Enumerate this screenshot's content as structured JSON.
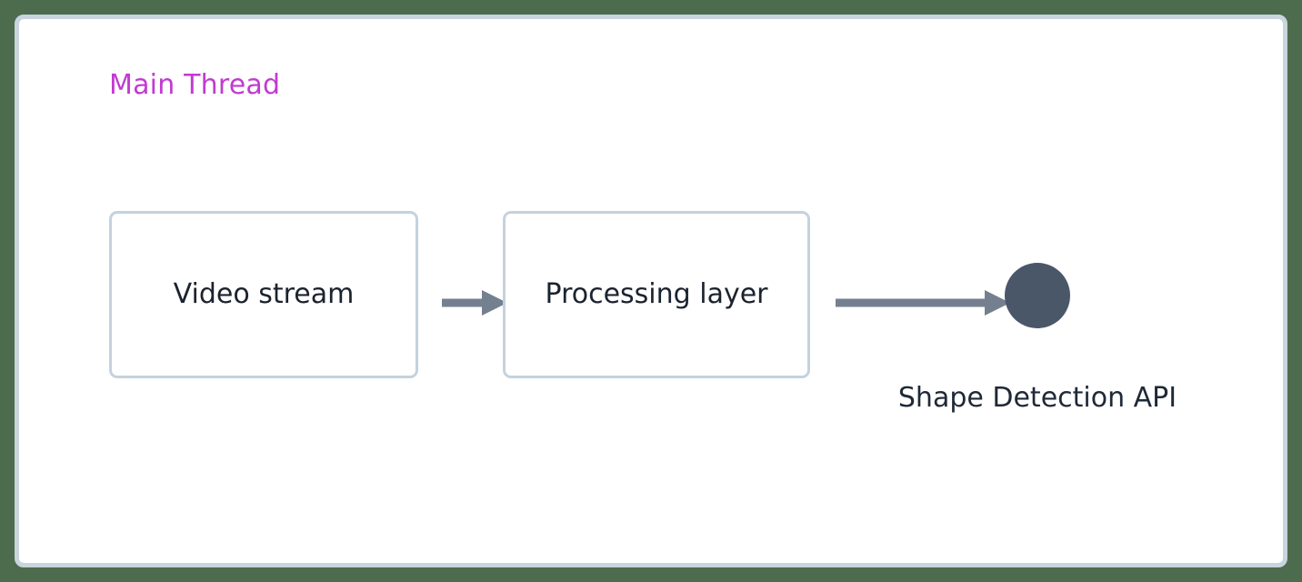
{
  "diagram": {
    "type": "flow-diagram",
    "canvas": {
      "background_color": "#4d6b4d",
      "panel_color": "#ffffff",
      "panel_border_color": "#c8d4de"
    },
    "cluster": {
      "title": "Main Thread",
      "title_color": "#c23ad0"
    },
    "nodes": [
      {
        "id": "video-stream",
        "label": "Video stream",
        "shape": "rounded-rect",
        "border_color": "#c5d2dd",
        "fill_color": "#ffffff",
        "text_color": "#1b232f"
      },
      {
        "id": "processing-layer",
        "label": "Processing layer",
        "shape": "rounded-rect",
        "border_color": "#c5d2dd",
        "fill_color": "#ffffff",
        "text_color": "#1b232f"
      },
      {
        "id": "shape-detection-api",
        "label": "Shape Detection API",
        "shape": "circle",
        "fill_color": "#4a5769",
        "text_color": "#1f2937"
      }
    ],
    "edges": [
      {
        "id": "video-to-processing",
        "from": "video-stream",
        "to": "processing-layer",
        "style": "solid-arrow",
        "color": "#74808f"
      },
      {
        "id": "processing-to-shape",
        "from": "processing-layer",
        "to": "shape-detection-api",
        "style": "solid-arrow",
        "color": "#74808f"
      }
    ]
  }
}
